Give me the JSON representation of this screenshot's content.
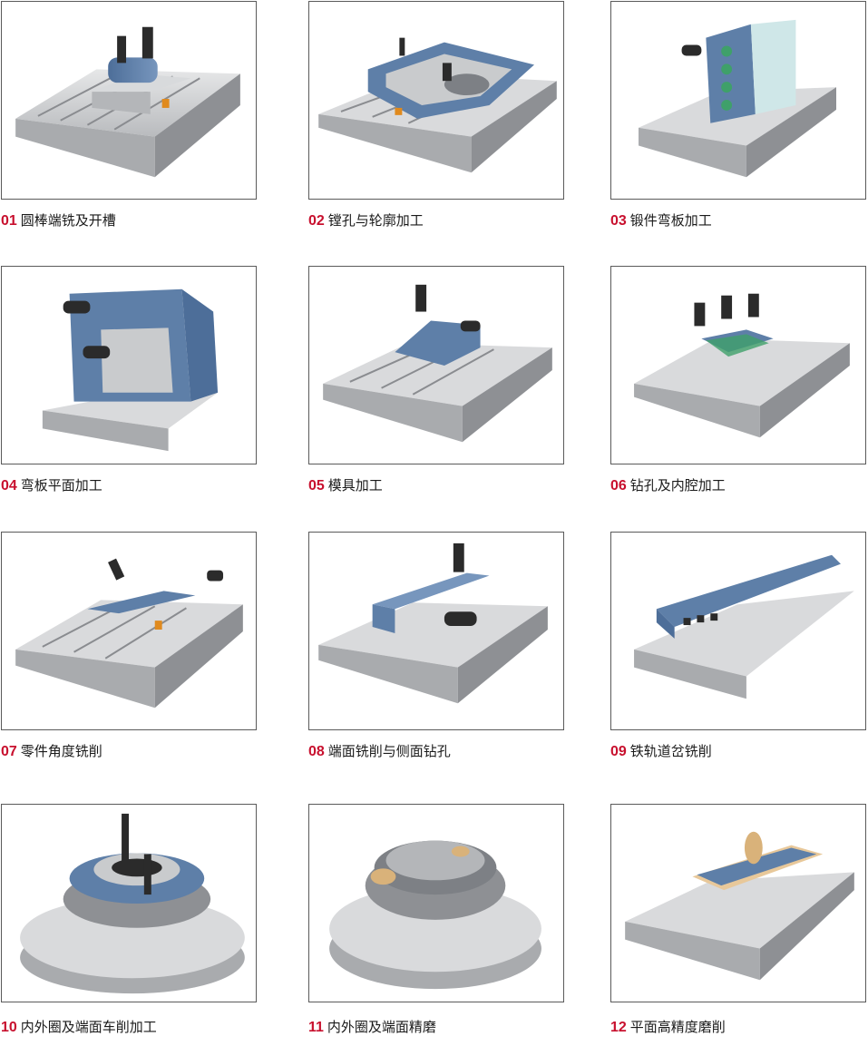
{
  "items": [
    {
      "num": "01",
      "label": "圆棒端铣及开槽"
    },
    {
      "num": "02",
      "label": "镗孔与轮廓加工"
    },
    {
      "num": "03",
      "label": "锻件弯板加工"
    },
    {
      "num": "04",
      "label": "弯板平面加工"
    },
    {
      "num": "05",
      "label": "模具加工"
    },
    {
      "num": "06",
      "label": "钻孔及内腔加工"
    },
    {
      "num": "07",
      "label": "零件角度铣削"
    },
    {
      "num": "08",
      "label": "端面铣削与侧面钻孔"
    },
    {
      "num": "09",
      "label": "铁轨道岔铣削"
    },
    {
      "num": "10",
      "label": "内外圈及端面车削加工"
    },
    {
      "num": "11",
      "label": "内外圈及端面精磨"
    },
    {
      "num": "12",
      "label": "平面高精度磨削"
    }
  ],
  "colors": {
    "accent": "#c8102e",
    "table": "#c9cbcd",
    "fixture": "#5e7fa8"
  }
}
